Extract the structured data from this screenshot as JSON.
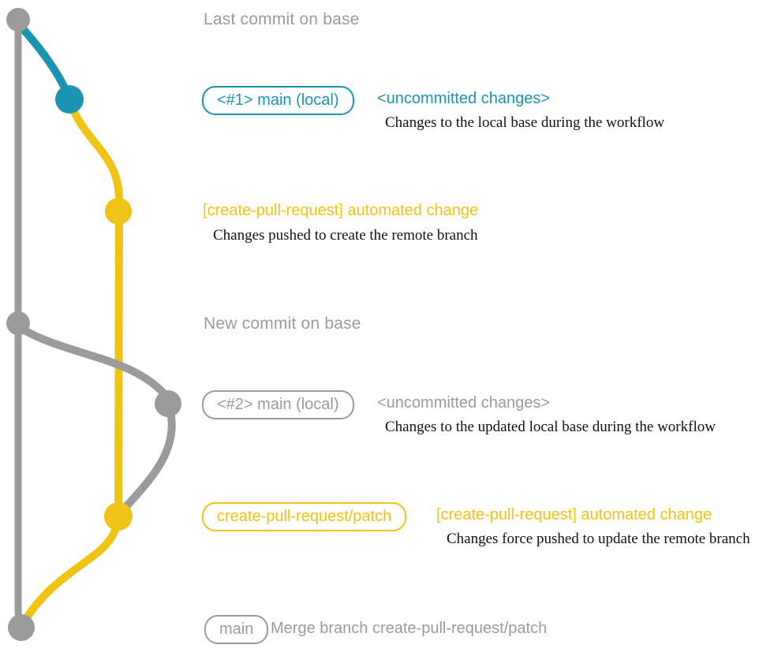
{
  "colors": {
    "gray": "#9b9b9b",
    "blue": "#1b94b1",
    "yellow": "#f0c317",
    "caption": "#111111"
  },
  "graph": {
    "branches": [
      {
        "name": "base (main remote)",
        "color_key": "gray"
      },
      {
        "name": "main (local)",
        "color_key": "blue"
      },
      {
        "name": "create-pull-request/patch",
        "color_key": "yellow"
      }
    ],
    "commit_dots": [
      {
        "name": "last-commit-on-base",
        "color_key": "gray"
      },
      {
        "name": "local-main-commit-1",
        "color_key": "blue"
      },
      {
        "name": "create-pull-request-commit-1",
        "color_key": "yellow"
      },
      {
        "name": "new-commit-on-base",
        "color_key": "gray"
      },
      {
        "name": "local-main-commit-2",
        "color_key": "gray"
      },
      {
        "name": "create-pull-request-commit-2",
        "color_key": "yellow"
      },
      {
        "name": "merge-commit",
        "color_key": "gray"
      }
    ]
  },
  "annotations": {
    "last_commit": "Last commit on base",
    "row1": {
      "badge": "<#1> main (local)",
      "title": "<uncommitted changes>",
      "caption": "Changes to the local base during the workflow"
    },
    "row2": {
      "title": "[create-pull-request] automated change",
      "caption": "Changes pushed to create the remote branch"
    },
    "new_commit": "New commit on base",
    "row3": {
      "badge": "<#2> main (local)",
      "title": "<uncommitted changes>",
      "caption": "Changes to the updated local base during the workflow"
    },
    "row4": {
      "badge": "create-pull-request/patch",
      "title": "[create-pull-request] automated change",
      "caption": "Changes force pushed to update the remote branch"
    },
    "row5": {
      "badge": "main",
      "title": "Merge branch create-pull-request/patch"
    }
  }
}
